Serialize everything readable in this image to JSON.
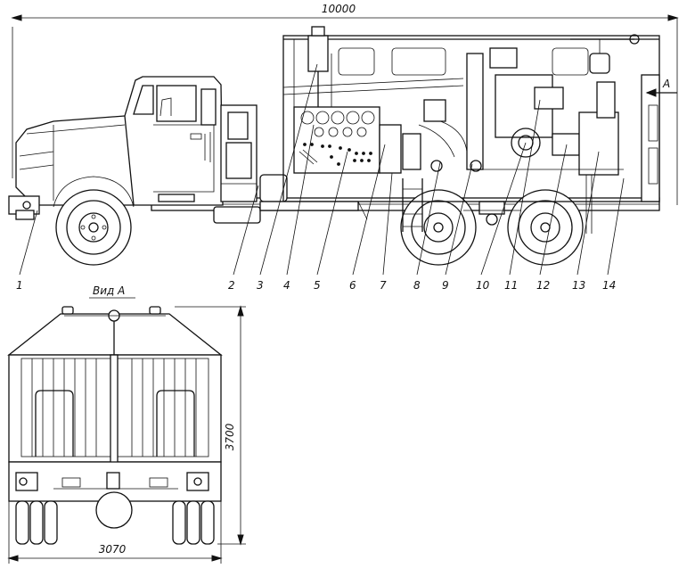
{
  "dimensions": {
    "overall_length": "10000",
    "overall_height": "3700",
    "overall_width": "3070"
  },
  "view_label": "Вид А",
  "view_arrow_label": "А",
  "callouts": [
    "1",
    "2",
    "3",
    "4",
    "5",
    "6",
    "7",
    "8",
    "9",
    "10",
    "11",
    "12",
    "13",
    "14"
  ],
  "colors": {
    "ink": "#111111",
    "paper": "#ffffff"
  }
}
